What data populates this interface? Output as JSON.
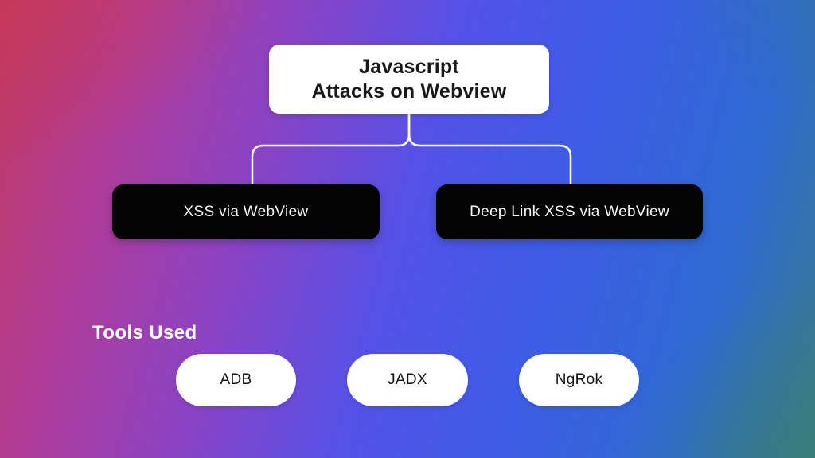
{
  "colors": {
    "node_root_bg": "#ffffff",
    "node_root_text": "#191919",
    "node_child_bg": "#040404",
    "node_child_text": "#f7f7f7",
    "connector": "#ffffff",
    "pill_bg": "#ffffff",
    "pill_text": "#131313",
    "section_label": "#ffffff",
    "background_gradient_stops": [
      "#c03a60",
      "#b03c98",
      "#8a43c4",
      "#5352e9",
      "#3f5ce6",
      "#2e6ad2",
      "#3a7b8c"
    ]
  },
  "diagram": {
    "root": {
      "label_line1": "Javascript",
      "label_line2": "Attacks on Webview"
    },
    "children": [
      {
        "label": "XSS via WebView"
      },
      {
        "label": "Deep Link XSS via WebView"
      }
    ]
  },
  "tools": {
    "heading": "Tools Used",
    "items": [
      {
        "label": "ADB"
      },
      {
        "label": "JADX"
      },
      {
        "label": "NgRok"
      }
    ]
  }
}
